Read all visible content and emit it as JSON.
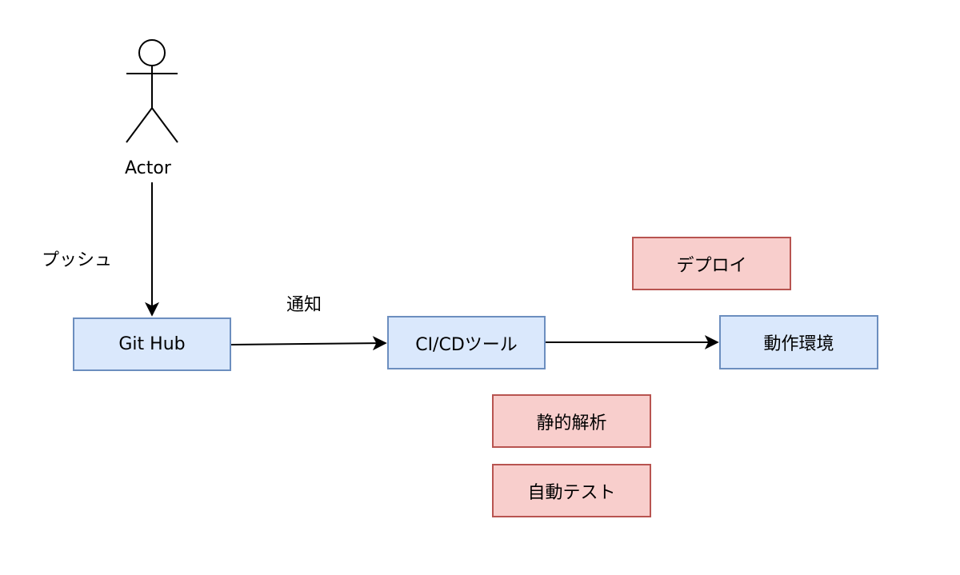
{
  "diagram": {
    "actor": {
      "label": "Actor",
      "icon": "stick-figure-icon"
    },
    "edges": {
      "push_label": "プッシュ",
      "notify_label": "通知"
    },
    "nodes": {
      "github": "Git Hub",
      "cicd": "CI/CDツール",
      "runtime": "動作環境",
      "deploy": "デプロイ",
      "static_analysis": "静的解析",
      "auto_test": "自動テスト"
    },
    "colors": {
      "blue_fill": "#dae8fc",
      "blue_stroke": "#6c8ebf",
      "red_fill": "#f8cecc",
      "red_stroke": "#b85450"
    }
  }
}
